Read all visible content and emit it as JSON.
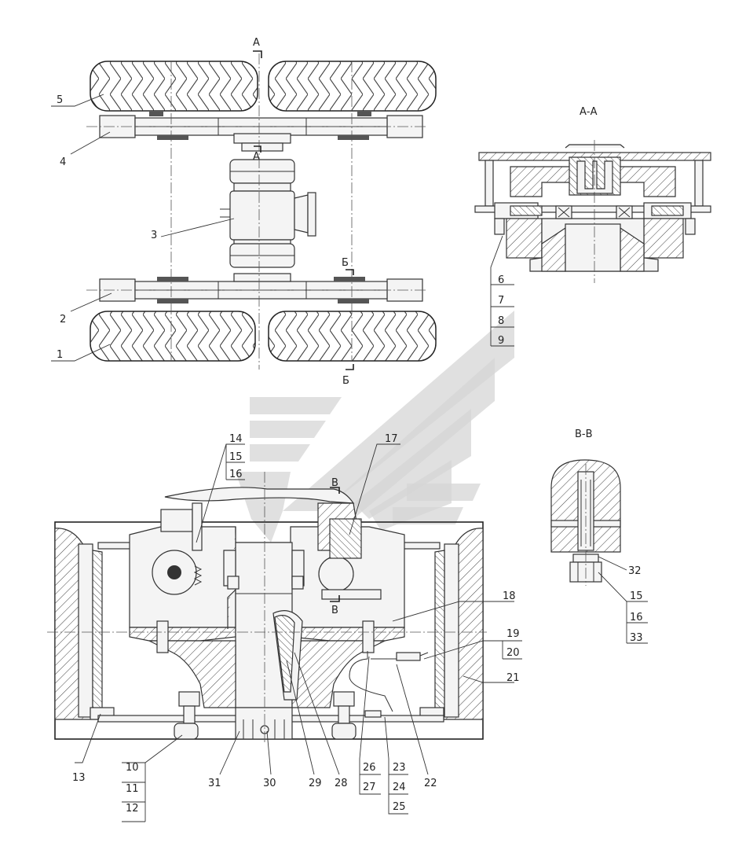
{
  "section_labels": {
    "a_top": "А",
    "a_mid": "А",
    "b_top": "Б",
    "b_bottom": "Б",
    "v_top": "В",
    "v_bottom": "В",
    "view_aa": "А-А",
    "view_vv": "В-В"
  },
  "callouts": {
    "c1": "1",
    "c2": "2",
    "c3": "3",
    "c4": "4",
    "c5": "5",
    "c6": "6",
    "c7": "7",
    "c8": "8",
    "c9": "9",
    "c10": "10",
    "c11": "11",
    "c12": "12",
    "c13": "13",
    "c14": "14",
    "c15a": "15",
    "c16a": "16",
    "c17": "17",
    "c18": "18",
    "c19": "19",
    "c20": "20",
    "c21": "21",
    "c22": "22",
    "c23": "23",
    "c24": "24",
    "c25": "25",
    "c26": "26",
    "c27": "27",
    "c28": "28",
    "c29": "29",
    "c30": "30",
    "c31": "31",
    "c32": "32",
    "c15b": "15",
    "c16b": "16",
    "c33": "33"
  },
  "colors": {
    "watermark": "#d6d6d6",
    "line": "#333333"
  }
}
